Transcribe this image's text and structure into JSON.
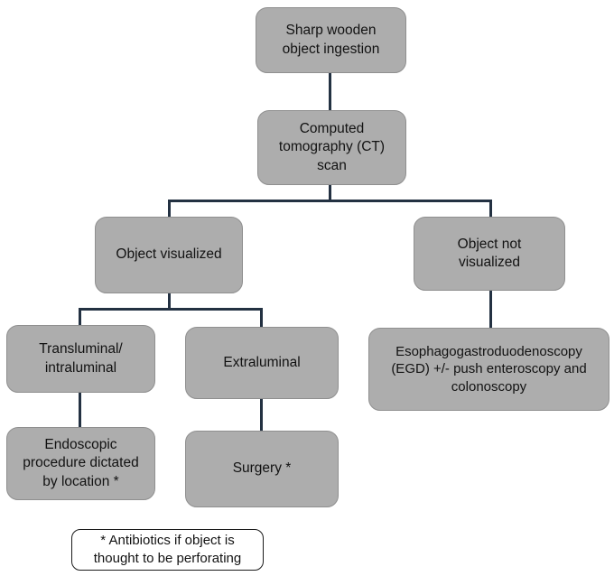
{
  "flowchart": {
    "nodes": {
      "ingestion": {
        "label": "Sharp wooden\nobject ingestion"
      },
      "ct": {
        "label": "Computed\ntomography (CT)\nscan"
      },
      "visualized": {
        "label": "Object visualized"
      },
      "not_visualized": {
        "label": "Object not\nvisualized"
      },
      "transluminal": {
        "label": "Transluminal/\nintraluminal"
      },
      "extraluminal": {
        "label": "Extraluminal"
      },
      "egd": {
        "label": "Esophagogastroduodenoscopy\n(EGD) +/- push enteroscopy and\ncolonoscopy"
      },
      "endoscopic": {
        "label": "Endoscopic\nprocedure dictated\nby location *"
      },
      "surgery": {
        "label": "Surgery *"
      }
    },
    "note": {
      "label": "* Antibiotics if object is\nthought to be perforating"
    },
    "colors": {
      "node_fill": "#adadad",
      "node_border": "#8f8f8f",
      "connector": "#233142",
      "note_border": "#1b1b1b",
      "text": "#121212",
      "background": "#ffffff"
    }
  }
}
